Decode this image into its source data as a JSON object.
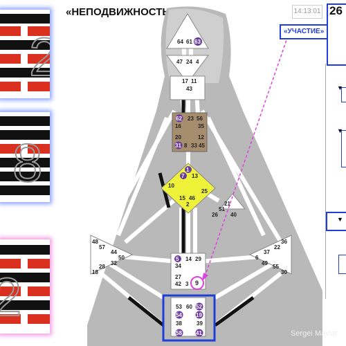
{
  "title": "«НЕПОДВИЖНОСТЬ»",
  "timestamp": "14:13:01",
  "gate_number": "26",
  "badge": "«УЧАСТИЕ»",
  "credit": "Sergei Mavlat",
  "hexagram_digits": [
    "2",
    "8",
    "2"
  ],
  "highlight_gate": "9",
  "colors": {
    "accent": "#1f3ed6",
    "magenta": "#e040e0",
    "gold": "#eef33a",
    "brown": "#a58d6e"
  },
  "bodygraph": {
    "head": [
      "64",
      "61",
      "63"
    ],
    "ajna": [
      "47",
      "24",
      "4"
    ],
    "throat": [
      "17",
      "11",
      "43"
    ],
    "g": [
      "62",
      "23",
      "56",
      "16",
      "35",
      "20",
      "12",
      "31",
      "8",
      "33",
      "45"
    ],
    "identity": [
      "1",
      "7",
      "13",
      "10",
      "25",
      "15",
      "46",
      "2"
    ],
    "ego": [
      "21",
      "51",
      "26",
      "40"
    ],
    "spleen": [
      "48",
      "57",
      "44",
      "50",
      "32",
      "28",
      "18"
    ],
    "solar": [
      "36",
      "22",
      "37",
      "6",
      "49",
      "55",
      "30"
    ],
    "sacral": [
      "5",
      "14",
      "29",
      "34",
      "27",
      "42",
      "3",
      "9"
    ],
    "root": [
      "53",
      "60",
      "52",
      "54",
      "19",
      "38",
      "39",
      "58",
      "41"
    ]
  }
}
